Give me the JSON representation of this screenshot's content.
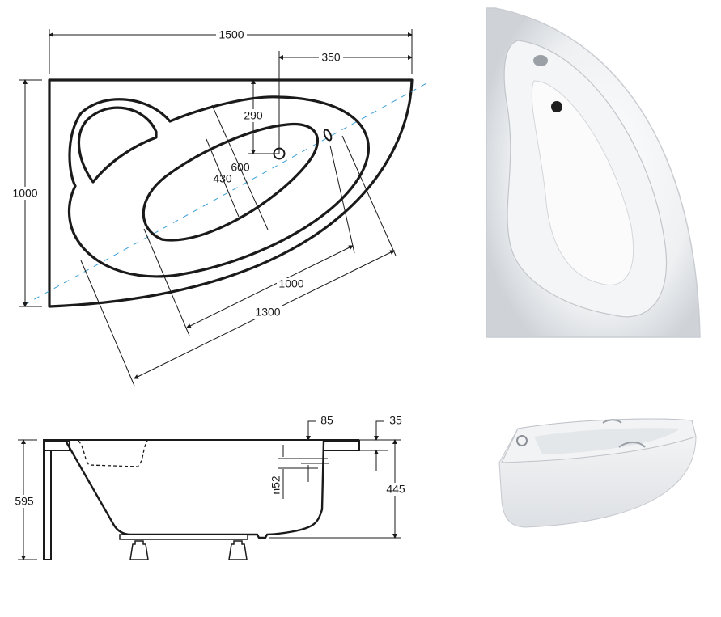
{
  "top_view": {
    "width": "1500",
    "depth": "1000",
    "drain_offset": "350",
    "drain_depth": "290",
    "inner_width": "600",
    "bottom_width": "430",
    "inner_length": "1000",
    "outer_length": "1300"
  },
  "side_view": {
    "total_height": "595",
    "tub_height": "445",
    "rim_width": "85",
    "rim_thickness": "35",
    "overflow_label": "n52"
  },
  "colors": {
    "line": "#1a1a1a",
    "axis_dash": "#3a9fd6"
  }
}
